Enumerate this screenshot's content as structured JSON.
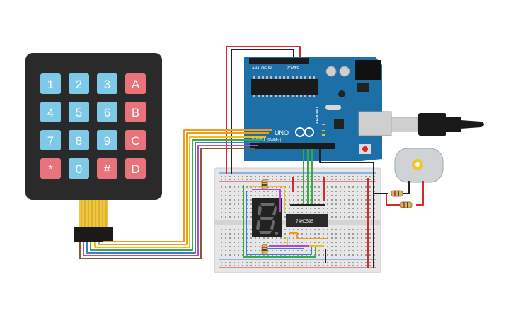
{
  "keypad": {
    "keys": [
      {
        "label": "1",
        "kind": "digit"
      },
      {
        "label": "2",
        "kind": "digit"
      },
      {
        "label": "3",
        "kind": "digit"
      },
      {
        "label": "A",
        "kind": "letter"
      },
      {
        "label": "4",
        "kind": "digit"
      },
      {
        "label": "5",
        "kind": "digit"
      },
      {
        "label": "6",
        "kind": "digit"
      },
      {
        "label": "B",
        "kind": "letter"
      },
      {
        "label": "7",
        "kind": "digit"
      },
      {
        "label": "8",
        "kind": "digit"
      },
      {
        "label": "9",
        "kind": "digit"
      },
      {
        "label": "C",
        "kind": "letter"
      },
      {
        "label": "*",
        "kind": "symbol"
      },
      {
        "label": "0",
        "kind": "digit"
      },
      {
        "label": "#",
        "kind": "symbol"
      },
      {
        "label": "D",
        "kind": "letter"
      }
    ]
  },
  "arduino": {
    "name": "UNO",
    "brand": "ARDUINO",
    "analog_header": "ANALOG IN",
    "power_header": "POWER",
    "digital_header": "DIGITAL (PWM~)"
  },
  "shift_register": {
    "label": "74HC595"
  },
  "display": {
    "digit": "8."
  },
  "colors": {
    "board": "#1d6fa8",
    "breadboard": "#e9e9e9",
    "key_digit": "#7ec8e8",
    "key_letter": "#e8737b",
    "keypad_body": "#2a2a2a",
    "wire_red": "#d42a2a",
    "wire_black": "#222222",
    "wire_green": "#3ca64a",
    "wire_orange": "#f09a1e",
    "wire_yellow": "#e8c21a",
    "wire_blue": "#3a7fd6",
    "wire_purple": "#b04ad6",
    "wire_brown": "#8a5a2a"
  },
  "icons": [
    "keypad-icon",
    "arduino-board-icon",
    "breadboard-icon",
    "seven-segment-icon",
    "ic-chip-icon",
    "resistor-icon",
    "dc-motor-icon",
    "usb-cable-icon"
  ]
}
